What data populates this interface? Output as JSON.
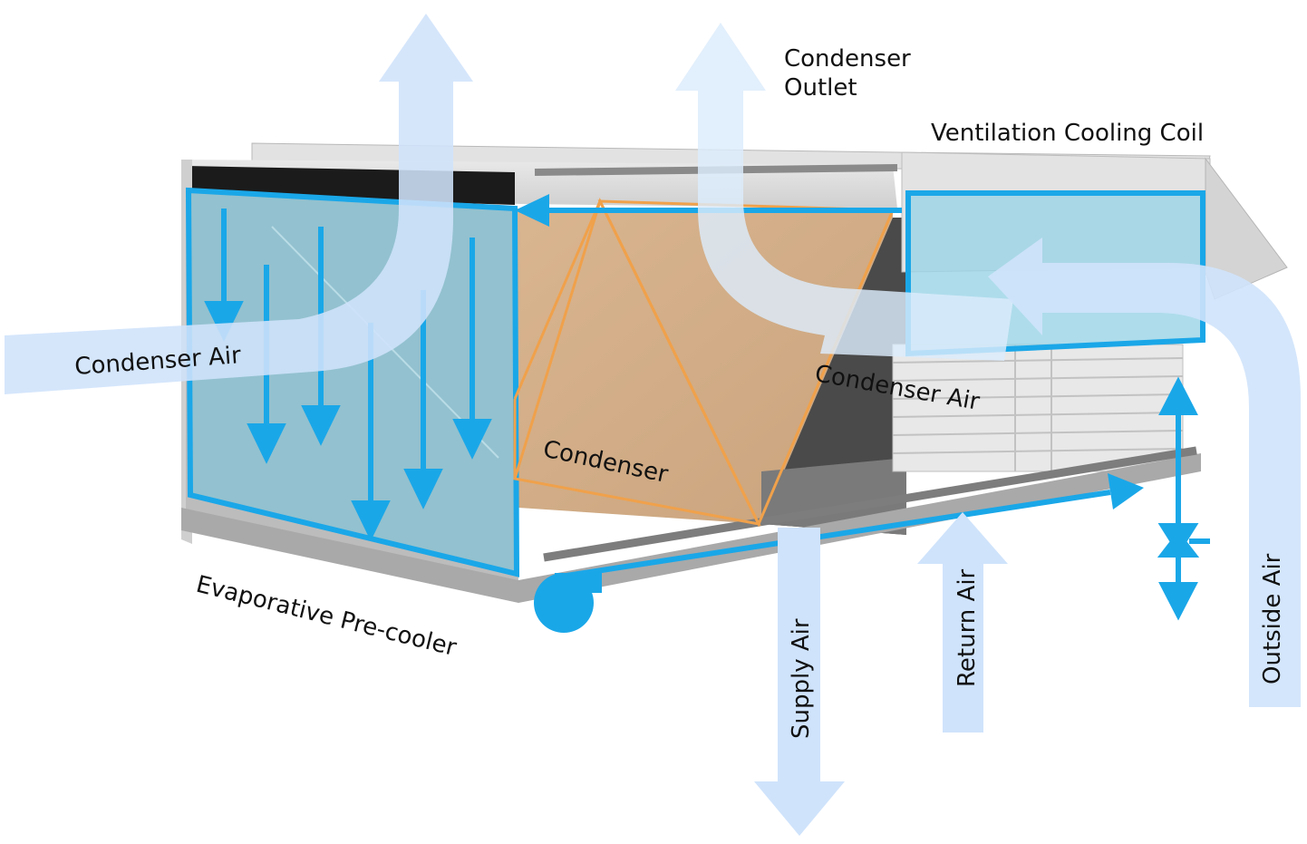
{
  "labels": {
    "condenser_outlet_line1": "Condenser",
    "condenser_outlet_line2": "Outlet",
    "ventilation_cooling_coil": "Ventilation Cooling Coil",
    "condenser_air_left": "Condenser Air",
    "condenser_air_right": "Condenser Air",
    "condenser": "Condenser",
    "evaporative_precooler": "Evaporative Pre-cooler",
    "supply_air": "Supply Air",
    "return_air": "Return Air",
    "outside_air": "Outside Air"
  },
  "colors": {
    "accent_blue": "#1aa7e8",
    "air_arrow_light": "#cfe3fb",
    "air_arrow_pale": "#dcebfb",
    "condenser_orange": "#f0a14b",
    "condenser_fill": "#e8c19a",
    "pad_fill": "#86c3d6",
    "coil_fill": "#9ad3e6",
    "cabinet_metal": "#d9d9d9",
    "text": "#111111"
  },
  "icons": {
    "water_pump": "pump-icon"
  }
}
